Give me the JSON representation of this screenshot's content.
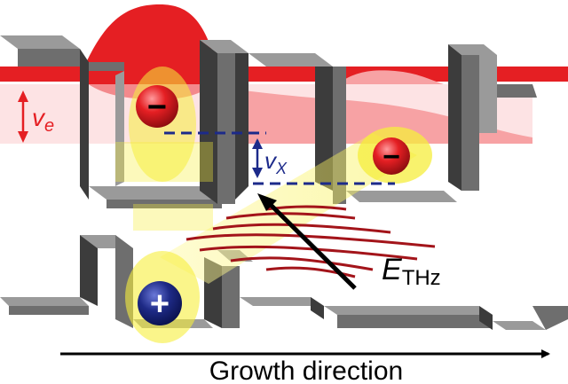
{
  "labels": {
    "electron_energy_main": "v",
    "electron_energy_sub": "e",
    "exciton_main": "v",
    "exciton_sub": "X",
    "field_main": "E",
    "field_sub": "THz",
    "electron_charge_1": "−",
    "electron_charge_2": "−",
    "hole_charge": "+",
    "growth_direction": "Growth direction"
  },
  "colors": {
    "well_dark": "#3c3c3c",
    "well_mid": "#6e6e6e",
    "well_light": "#9a9a9a",
    "electron_red": "#e51f23",
    "electron_pink": "#f7a2a4",
    "halo_yellow": "#f6ee3c",
    "hole_blue": "#1e2a86",
    "thz_dark_red": "#a3141a",
    "level_blue": "#1c2a8a"
  }
}
